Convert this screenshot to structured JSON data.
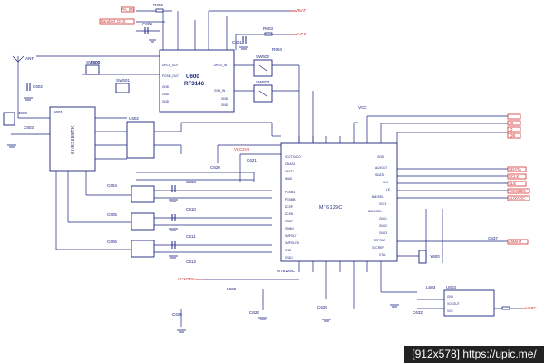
{
  "components": {
    "u600": {
      "ref": "U600",
      "part": "RF3146",
      "pins_left": [
        "DRCS_OUT",
        "PGSM_OUT",
        "GND",
        "GND",
        "GND"
      ],
      "pins_right": [
        "DRCS_IN",
        "GSM_IN",
        "GND",
        "GND"
      ]
    },
    "mt6129": {
      "name": "MT6129C",
      "ref": "MT6129C",
      "pins_left": [
        "VCCTXVCO",
        "CBIAS1",
        "VBAT1",
        "IBIAS",
        "PGSM1",
        "PGSMB",
        "DCSP",
        "DCSN",
        "GSMP",
        "GSMN",
        "SMPOUT",
        "SMPOUTB",
        "GND",
        "GND1"
      ],
      "pins_right": [
        "GND",
        "AUXOUT",
        "SDATA",
        "CLK",
        "LE",
        "BNDSEL",
        "VCC1",
        "BANDSEL",
        "GND1",
        "GND2",
        "GND3",
        "REFOUT",
        "VCCREF",
        "XTAL"
      ]
    },
    "u601": {
      "ref": "U601",
      "part": "SH52688TK"
    },
    "u602": {
      "ref": "U602"
    },
    "u603": {
      "ref": "U603",
      "pins": [
        "GND",
        "VCCOUT",
        "VCC"
      ]
    },
    "crystal": {
      "ref": "Y600"
    }
  },
  "nets": {
    "pa_en": "PA_EN",
    "bandsel": "Bandsel_DCS",
    "vbat": "VBAT",
    "vapc": "VAPC",
    "vcc26": "VCC2V8",
    "vcxo": "VCXOEN",
    "sdata": "SDATA",
    "sclk": "SCLK",
    "sle": "SLE",
    "vcxoen_r": "VCXOEN",
    "auxadc": "AUXADC",
    "clk26": "26MHZ",
    "i_p": "I",
    "i_n": "IB",
    "q_p": "Q",
    "q_n": "QB",
    "vapc2": "VAPC"
  },
  "parts": {
    "r602": "R602",
    "r603": "R603",
    "r604": "R604",
    "c600": "C600",
    "c601": "C601",
    "c602": "C602",
    "c603": "C603",
    "c604": "C604",
    "c605": "C605",
    "c606": "C606",
    "c608": "C608",
    "c610": "C610",
    "c611": "C611",
    "c612": "C612",
    "c620": "C620",
    "c621": "C621",
    "c622": "C622",
    "c624": "C624",
    "c628": "C628",
    "c632": "C632",
    "c637": "C637",
    "l600": "L600",
    "l602": "L602",
    "l603": "L603",
    "j600": "J600",
    "sw600": "SW600",
    "sw601": "SW601",
    "sw602": "SW602",
    "sw603": "SW603",
    "c_vcc": "VCC",
    "ant": "ANT"
  },
  "watermark": "[912x578] https://upic.me/"
}
